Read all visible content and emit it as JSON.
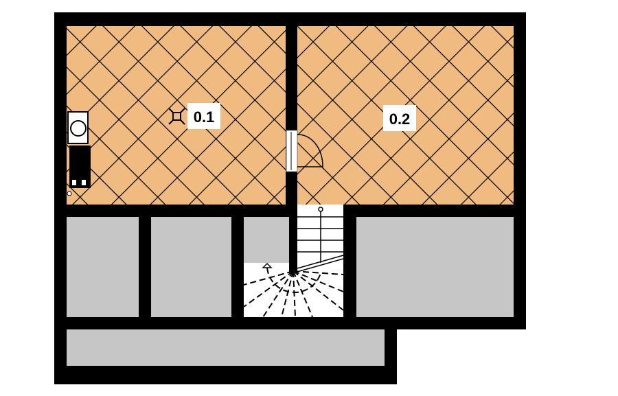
{
  "plan": {
    "rooms": [
      {
        "id": "room-0-1",
        "label": "0.1"
      },
      {
        "id": "room-0-2",
        "label": "0.2"
      }
    ],
    "colors": {
      "floor_tile": "#efbb80",
      "wall": "#000000",
      "unfinished": "#c6c6c6",
      "stair": "#ffffff"
    }
  }
}
